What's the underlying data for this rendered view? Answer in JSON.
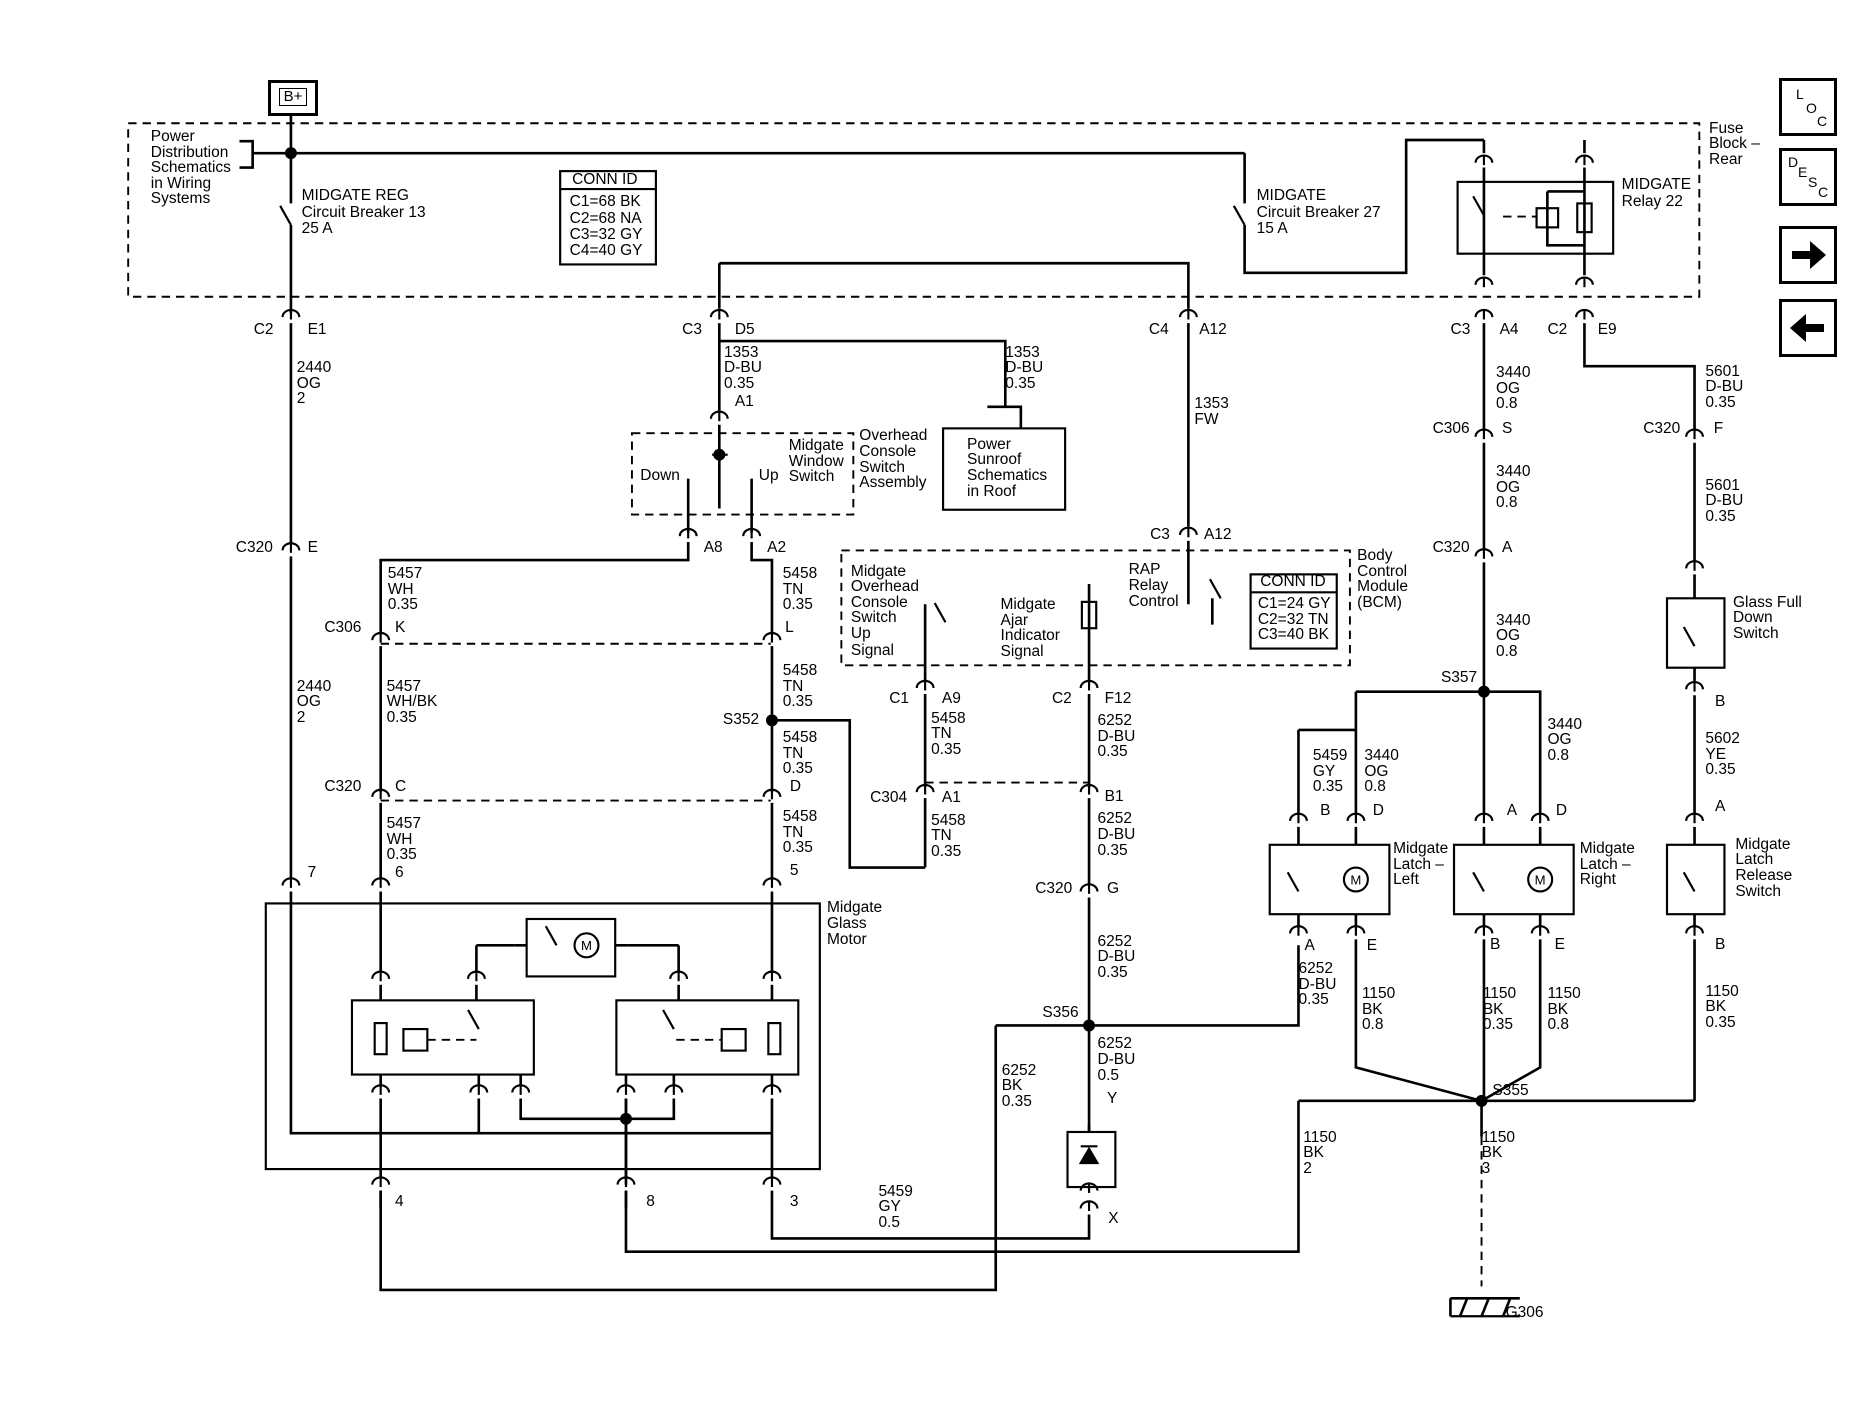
{
  "battery": "B+",
  "nav": {
    "loc": [
      "L",
      "O",
      "C"
    ],
    "desc": [
      "D",
      "E",
      "S",
      "C"
    ]
  },
  "labels": {
    "pd1": "Power",
    "pd2": "Distribution",
    "pd3": "Schematics",
    "pd4": "in Wiring",
    "pd5": "Systems",
    "cb13a": "MIDGATE REG",
    "cb13b": "Circuit Breaker 13",
    "cb13c": "25 A",
    "cid_h": "CONN ID",
    "cid1": "C1=68 BK",
    "cid2": "C2=68 NA",
    "cid3": "C3=32 GY",
    "cid4": "C4=40 GY",
    "cb27a": "MIDGATE",
    "cb27b": "Circuit Breaker 27",
    "cb27c": "15 A",
    "fb1": "Fuse",
    "fb2": "Block –",
    "fb3": "Rear",
    "rl1": "MIDGATE",
    "rl2": "Relay 22",
    "c2a": "C2",
    "e1": "E1",
    "c3a": "C3",
    "d5": "D5",
    "c4a": "C4",
    "a12a": "A12",
    "c3b": "C3",
    "a4": "A4",
    "c2b": "C2",
    "e9": "E9",
    "w2440a": "2440",
    "w2440b": "OG",
    "w2440c": "2",
    "w1353a": "1353",
    "w1353b": "D-BU",
    "w1353c": "0.35",
    "w1353d": "1353",
    "w1353e": "D-BU",
    "w1353f": "0.35",
    "w1353g": "1353",
    "w1353h": "FW",
    "a1sw": "A1",
    "mws1": "Midgate",
    "mws2": "Window",
    "mws3": "Switch",
    "down": "Down",
    "up": "Up",
    "oc1": "Overhead",
    "oc2": "Console",
    "oc3": "Switch",
    "oc4": "Assembly",
    "ps1": "Power",
    "ps2": "Sunroof",
    "ps3": "Schematics",
    "ps4": "in Roof",
    "w3440a": "3440",
    "w3440b": "OG",
    "w3440c": "0.8",
    "c306s": "C306",
    "s": "S",
    "w3440d": "3440",
    "w3440e": "OG",
    "w3440f": "0.8",
    "c320a": "C320",
    "a_320": "A",
    "w5601a": "5601",
    "w5601b": "D-BU",
    "w5601c": "0.35",
    "c320f": "C320",
    "f": "F",
    "w5601d": "5601",
    "w5601e": "D-BU",
    "w5601f": "0.35",
    "c320e": "C320",
    "e": "E",
    "a8": "A8",
    "a2": "A2",
    "c3bcm": "C3",
    "a12b": "A12",
    "rap1": "RAP",
    "rap2": "Relay",
    "rap3": "Control",
    "bcm_h": "CONN ID",
    "bcm1": "C1=24 GY",
    "bcm2": "C2=32 TN",
    "bcm3": "C3=40 BK",
    "bcmn1": "Body",
    "bcmn2": "Control",
    "bcmn3": "Module",
    "bcmn4": "(BCM)",
    "w5457a": "5457",
    "w5457b": "WH",
    "w5457c": "0.35",
    "w5458a": "5458",
    "w5458b": "TN",
    "w5458c": "0.35",
    "mocs1": "Midgate",
    "mocs2": "Overhead",
    "mocs3": "Console",
    "mocs4": "Switch",
    "mocs5": "Up",
    "mocs6": "Signal",
    "maj1": "Midgate",
    "maj2": "Ajar",
    "maj3": "Indicator",
    "maj4": "Signal",
    "c306k": "C306",
    "k": "K",
    "l": "L",
    "w3440g": "3440",
    "w3440h": "OG",
    "w3440i": "0.8",
    "s357": "S357",
    "gfd1": "Glass Full",
    "gfd2": "Down",
    "gfd3": "Switch",
    "w2440d": "2440",
    "w2440e": "OG",
    "w2440f": "2",
    "w5457d": "5457",
    "w5457e": "WH/BK",
    "w5457f": "0.35",
    "w5458d": "5458",
    "w5458e": "TN",
    "w5458f": "0.35",
    "s352": "S352",
    "w5458g": "5458",
    "w5458h": "TN",
    "w5458i": "0.35",
    "c1": "C1",
    "a9": "A9",
    "w5458j": "5458",
    "w5458k": "TN",
    "w5458l": "0.35",
    "c2c": "C2",
    "f12": "F12",
    "w6252a": "6252",
    "w6252b": "D-BU",
    "w6252c": "0.35",
    "w5459a": "5459",
    "w5459b": "GY",
    "w5459c": "0.35",
    "w3440j": "3440",
    "w3440k": "OG",
    "w3440l": "0.8",
    "w3440m": "3440",
    "w3440n": "OG",
    "w3440o": "0.8",
    "b_gfd": "B",
    "w5602a": "5602",
    "w5602b": "YE",
    "w5602c": "0.35",
    "a_mlr": "A",
    "c320c": "C320",
    "c": "C",
    "d": "D",
    "c304": "C304",
    "a1": "A1",
    "b1": "B1",
    "w6252d": "6252",
    "w6252e": "D-BU",
    "w6252f": "0.35",
    "b_ll": "B",
    "d_ll": "D",
    "a_lr": "A",
    "d_lr": "D",
    "mll1": "Midgate",
    "mll2": "Latch –",
    "mll3": "Left",
    "mlrr1": "Midgate",
    "mlrr2": "Latch –",
    "mlrr3": "Right",
    "mlrs1": "Midgate",
    "mlrs2": "Latch",
    "mlrs3": "Release",
    "mlrs4": "Switch",
    "w5457g": "5457",
    "w5457h": "WH",
    "w5457i": "0.35",
    "w5458m": "5458",
    "w5458n": "TN",
    "w5458o": "0.35",
    "w5458p": "5458",
    "w5458q": "TN",
    "w5458r": "0.35",
    "p7": "7",
    "p6": "6",
    "p5": "5",
    "mgm1": "Midgate",
    "mgm2": "Glass",
    "mgm3": "Motor",
    "c320g": "C320",
    "g": "G",
    "w6252g": "6252",
    "w6252h": "D-BU",
    "w6252i": "0.35",
    "a_ll": "A",
    "e_ll": "E",
    "b_lr": "B",
    "e_lr": "E",
    "b_mlr": "B",
    "w6252j": "6252",
    "w6252k": "D-BU",
    "w6252l": "0.35",
    "w1150a": "1150",
    "w1150b": "BK",
    "w1150c": "0.8",
    "w1150d": "1150",
    "w1150e": "BK",
    "w1150f": "0.35",
    "w1150g": "1150",
    "w1150h": "BK",
    "w1150i": "0.8",
    "w1150j": "1150",
    "w1150k": "BK",
    "w1150l": "0.35",
    "s356": "S356",
    "w6252m": "6252",
    "w6252n": "D-BU",
    "w6252o": "0.5",
    "w6252p": "6252",
    "w6252q": "BK",
    "w6252r": "0.35",
    "y": "Y",
    "s355": "S355",
    "w1150m": "1150",
    "w1150n": "BK",
    "w1150o": "2",
    "w1150p": "1150",
    "w1150q": "BK",
    "w1150r": "3",
    "p4": "4",
    "p8": "8",
    "p3": "3",
    "w5459d": "5459",
    "w5459e": "GY",
    "w5459f": "0.5",
    "x": "X",
    "g306": "G306"
  }
}
